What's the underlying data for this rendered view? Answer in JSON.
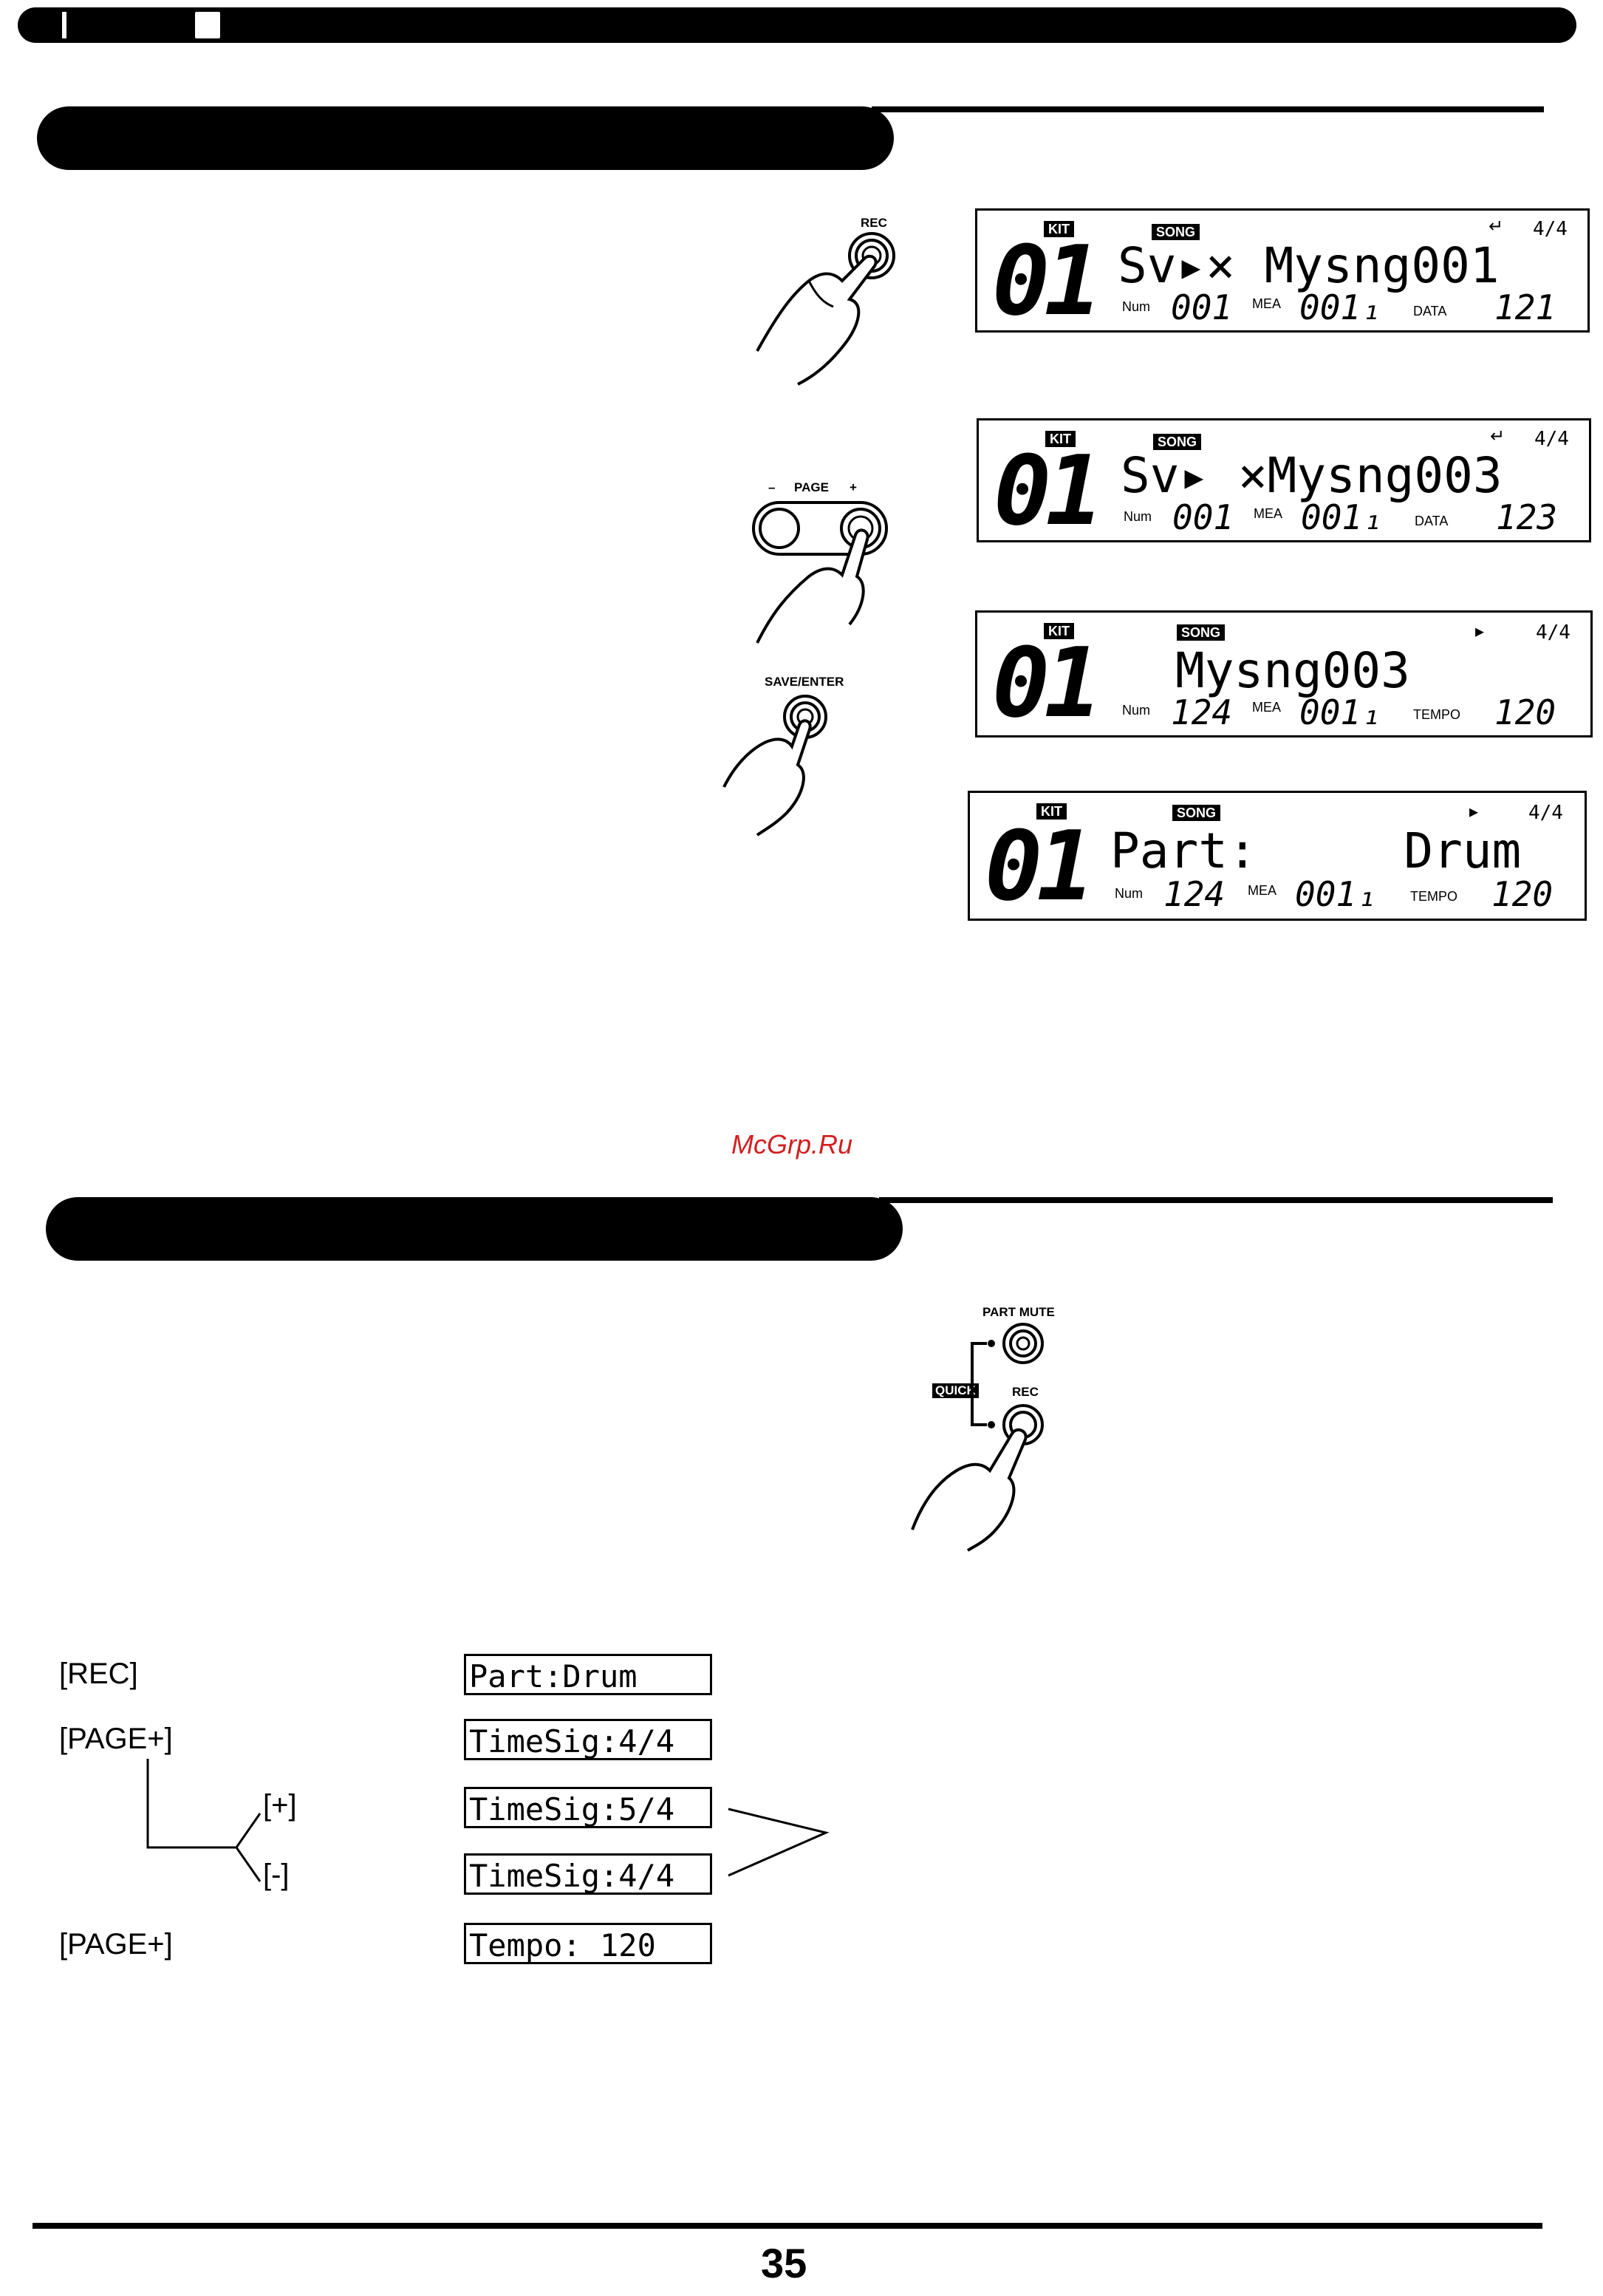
{
  "lcd_screens": [
    {
      "kit": "KIT",
      "song": "SONG",
      "kit_number": "01",
      "main": "Sv▸× Mysng001",
      "top_right": "4/4",
      "top_glyph": "↵",
      "num_label": "Num",
      "num_value": "001",
      "mea_label": "MEA",
      "mea_value": "001₁",
      "right_label": "DATA",
      "right_value": "121"
    },
    {
      "kit": "KIT",
      "song": "SONG",
      "kit_number": "01",
      "main": "Sv▸ ×Mysng003",
      "top_right": "4/4",
      "top_glyph": "↵",
      "num_label": "Num",
      "num_value": "001",
      "mea_label": "MEA",
      "mea_value": "001₁",
      "right_label": "DATA",
      "right_value": "123"
    },
    {
      "kit": "KIT",
      "song": "SONG",
      "kit_number": "01",
      "main": "Mysng003",
      "top_right": "4/4",
      "top_glyph": "▸",
      "num_label": "Num",
      "num_value": "124",
      "mea_label": "MEA",
      "mea_value": "001₁",
      "right_label": "TEMPO",
      "right_value": "120"
    },
    {
      "kit": "KIT",
      "song": "SONG",
      "kit_number": "01",
      "main": "Part:     Drum",
      "top_right": "4/4",
      "top_glyph": "▸",
      "num_label": "Num",
      "num_value": "124",
      "mea_label": "MEA",
      "mea_value": "001₁",
      "right_label": "TEMPO",
      "right_value": "120"
    }
  ],
  "buttons": {
    "rec": "REC",
    "page": "PAGE",
    "page_minus": "–",
    "page_plus": "+",
    "save_enter": "SAVE/ENTER",
    "part_mute": "PART MUTE",
    "quick": "QUICK",
    "rec2": "REC"
  },
  "watermark": "McGrp.Ru",
  "steps": [
    {
      "key": "[REC]",
      "display": "Part:Drum"
    },
    {
      "key": "[PAGE+]",
      "display": "TimeSig:4/4"
    },
    {
      "key": "[+]",
      "display": "TimeSig:5/4"
    },
    {
      "key": "[-]",
      "display": "TimeSig:4/4"
    },
    {
      "key": "[PAGE+]",
      "display": "Tempo: 120"
    }
  ],
  "page_number": "35"
}
